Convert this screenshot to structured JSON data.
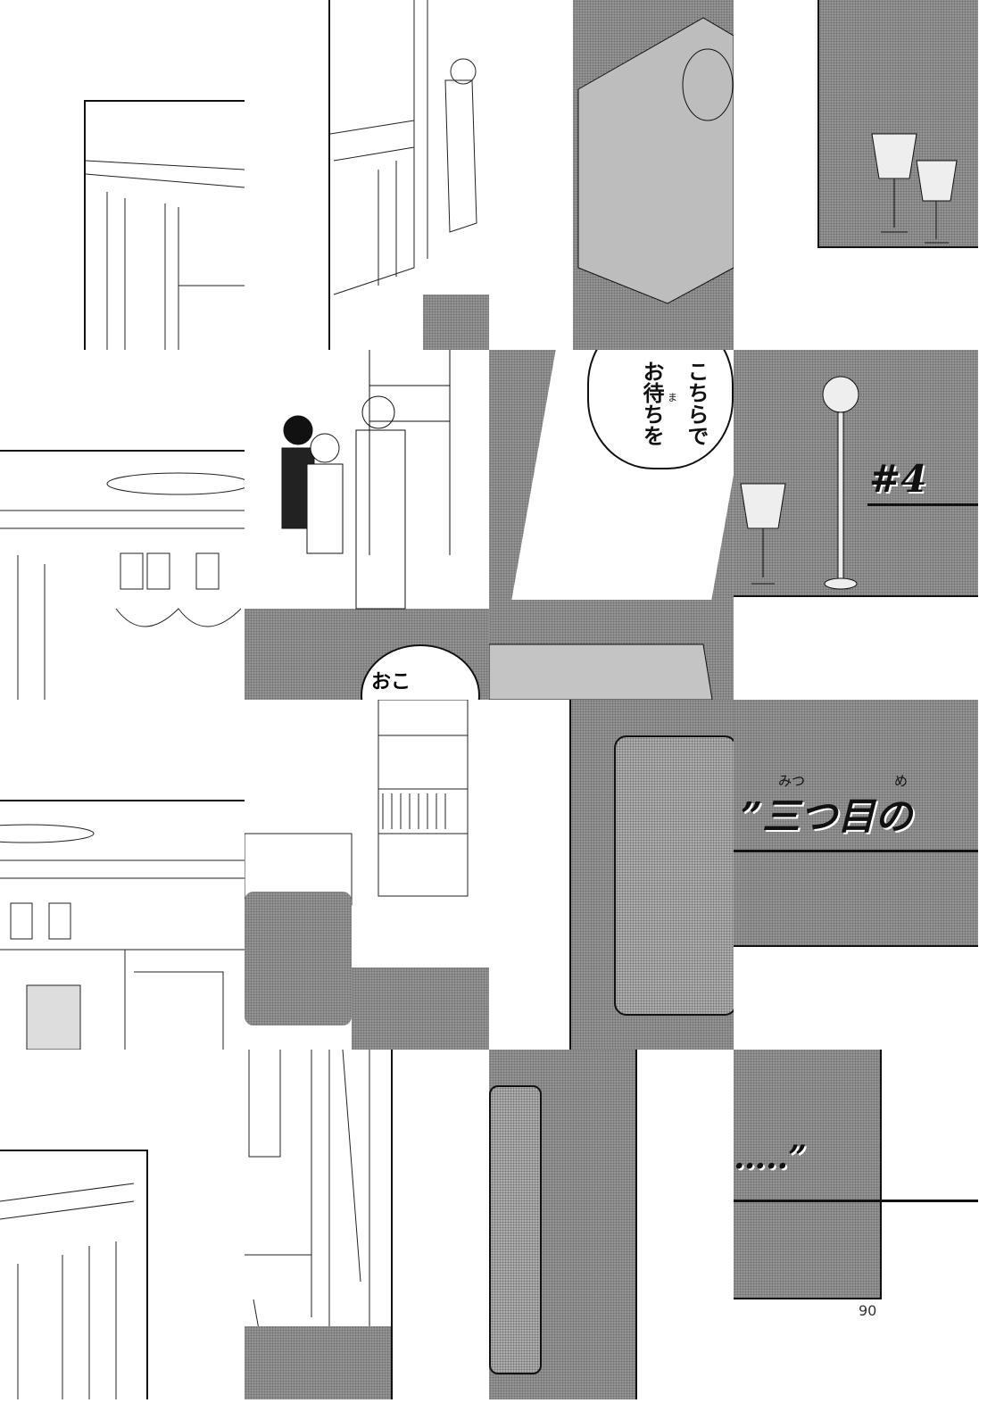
{
  "speech_bubble": {
    "line1": "こちらで",
    "line2": "お待ちを",
    "ruby": "ま"
  },
  "partial_bubble_text": "おこ",
  "chapter": {
    "number": "#4",
    "title": "”三つ目の",
    "ruby_1": "みつ",
    "ruby_2": "め",
    "ellipsis": "…..”"
  },
  "page_number": "90"
}
